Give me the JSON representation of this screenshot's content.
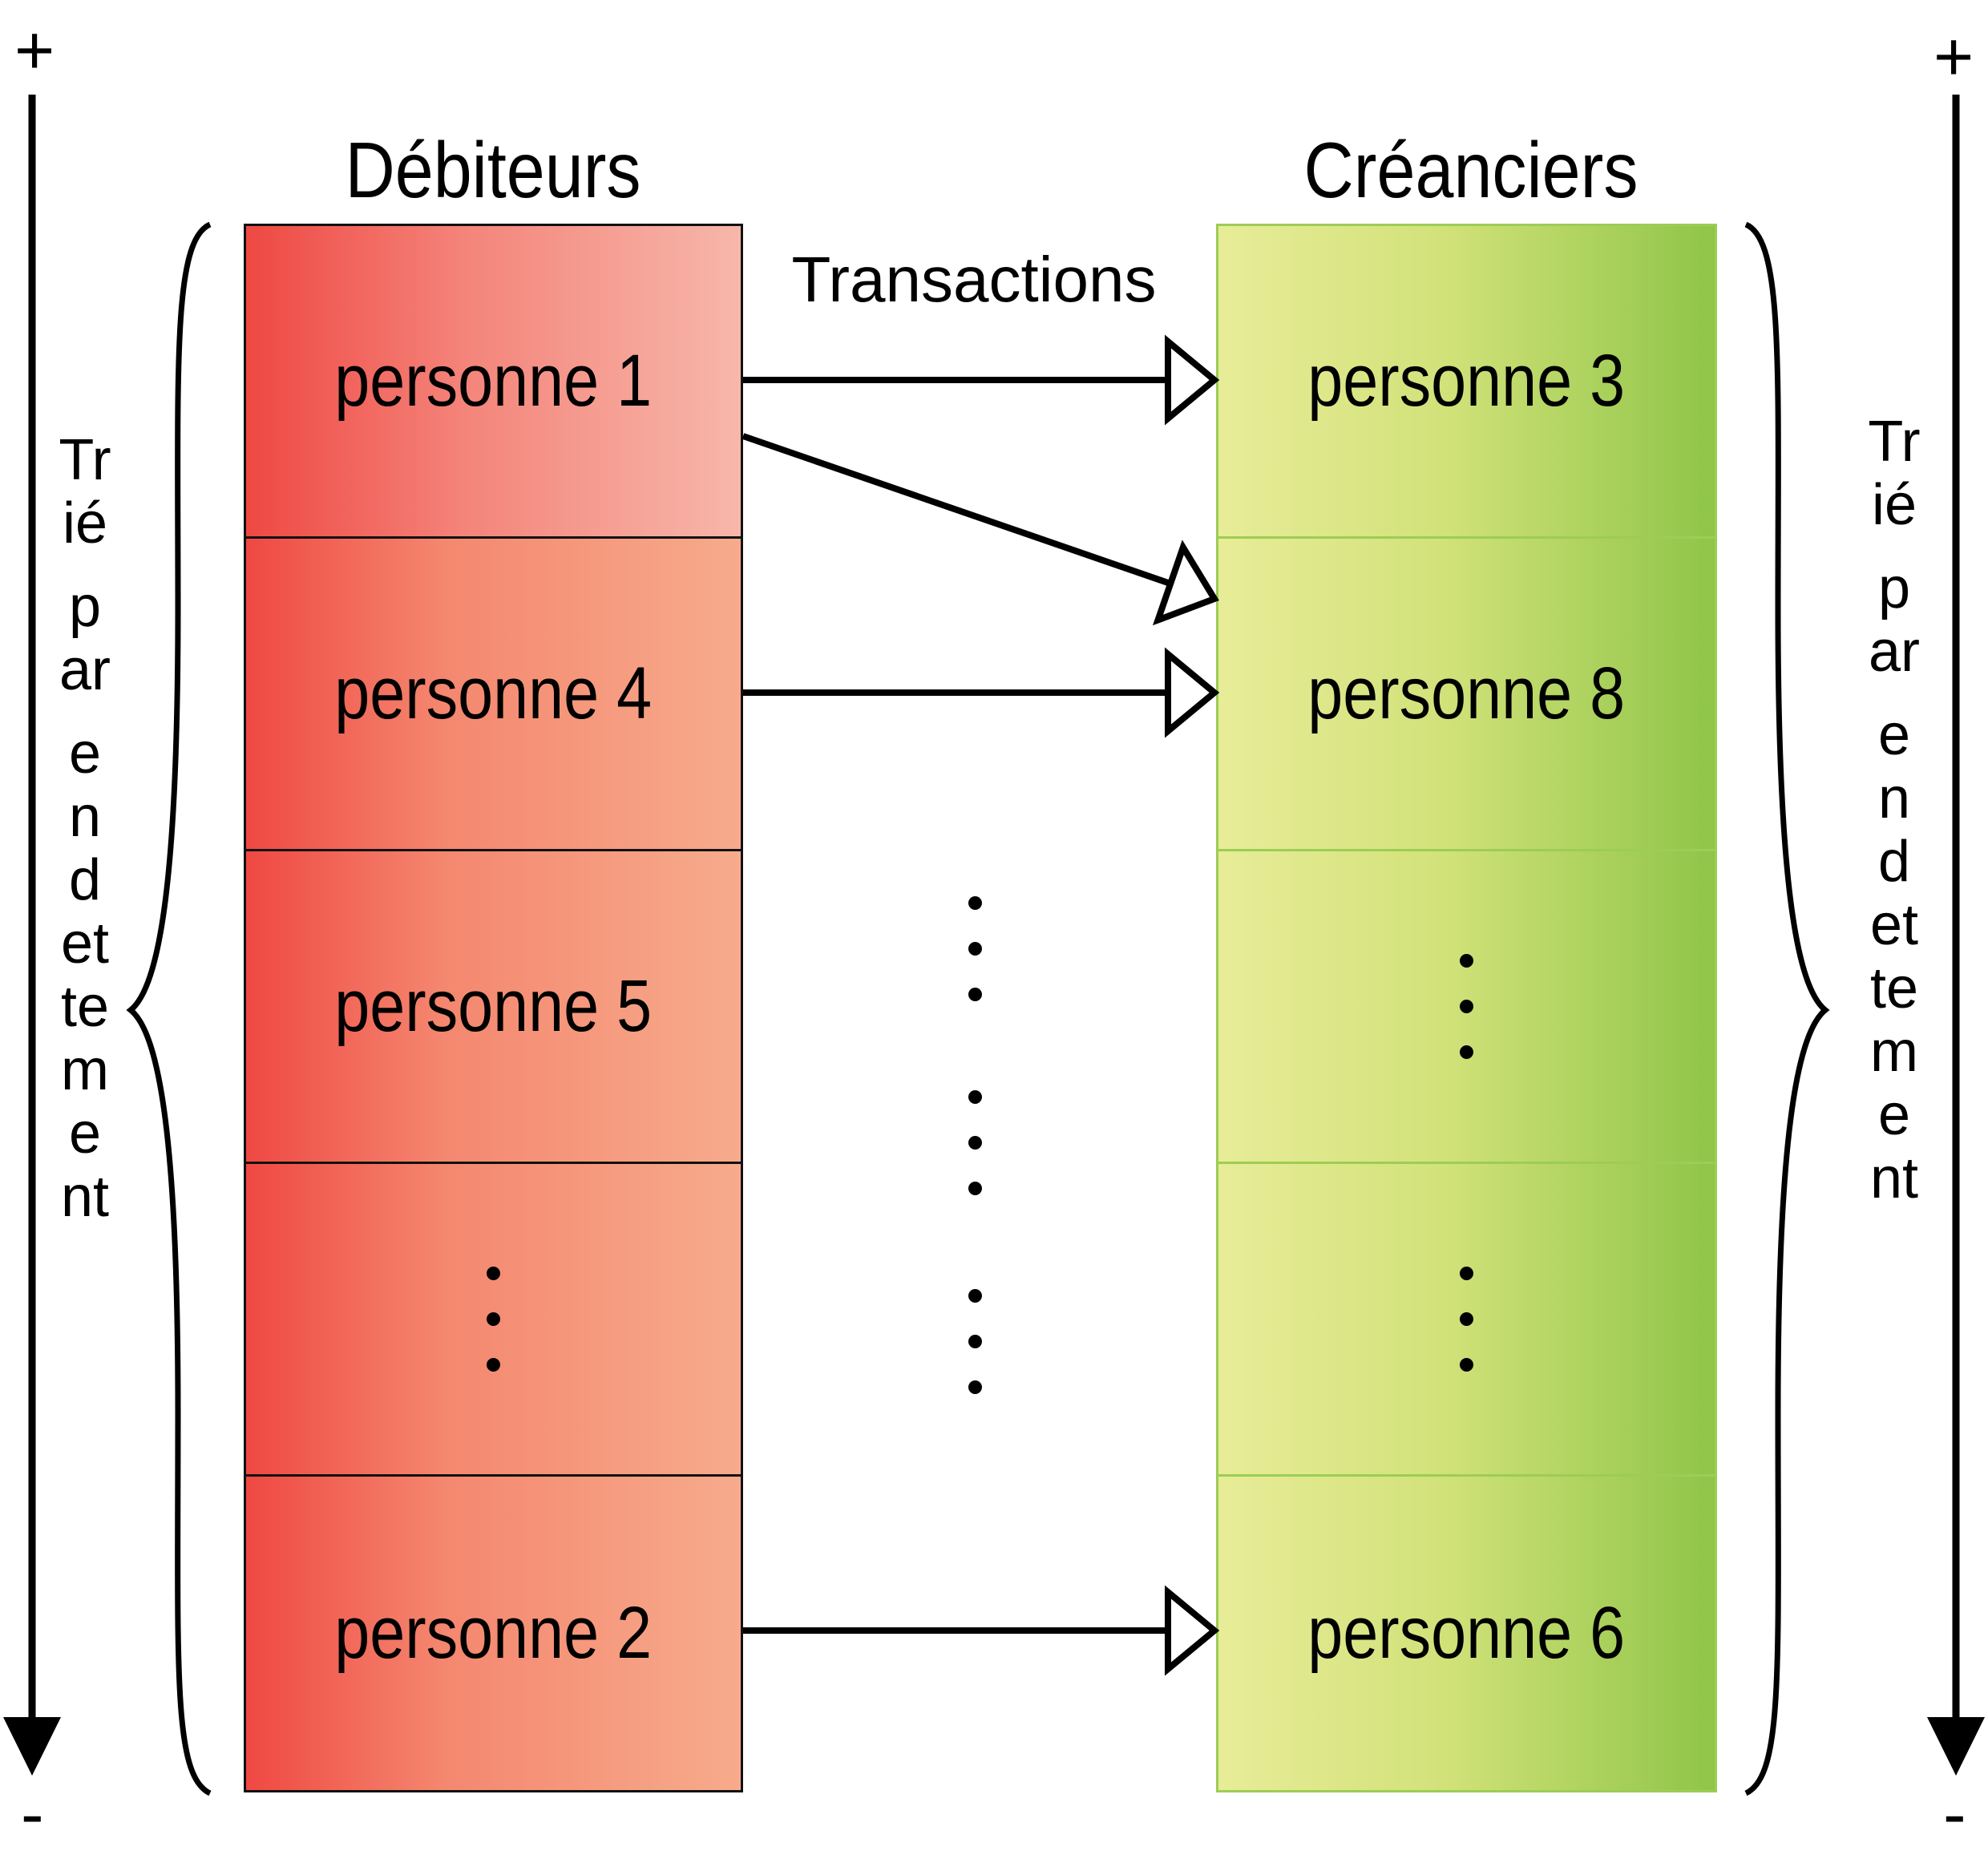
{
  "debtors": {
    "title": "Débiteurs",
    "items": [
      {
        "label": "personne 1"
      },
      {
        "label": "personne 4"
      },
      {
        "label": "personne 5"
      },
      {
        "label": ""
      },
      {
        "label": "personne 2"
      }
    ]
  },
  "creditors": {
    "title": "Créanciers",
    "items": [
      {
        "label": "personne 3"
      },
      {
        "label": "personne 8"
      },
      {
        "label": ""
      },
      {
        "label": ""
      },
      {
        "label": "personne 6"
      }
    ]
  },
  "transactions": {
    "label": "Transactions",
    "arrows": [
      {
        "from": 0,
        "to": 0
      },
      {
        "from": 0,
        "to": 1
      },
      {
        "from": 1,
        "to": 1
      },
      {
        "from": 4,
        "to": 4
      }
    ]
  },
  "axes": {
    "left": {
      "top_sign": "+",
      "bottom_sign": "-",
      "label_words": [
        "Trié",
        "par",
        "endettement"
      ]
    },
    "right": {
      "top_sign": "+",
      "bottom_sign": "-",
      "label_words": [
        "Trié",
        "par",
        "endettement"
      ]
    }
  },
  "colors": {
    "debtor_dark": "#ef4843",
    "debtor_light": "#f7ab8c",
    "creditor_light": "#e8ec98",
    "creditor_dark": "#8fc548",
    "creditor_border": "#9ccd55"
  }
}
